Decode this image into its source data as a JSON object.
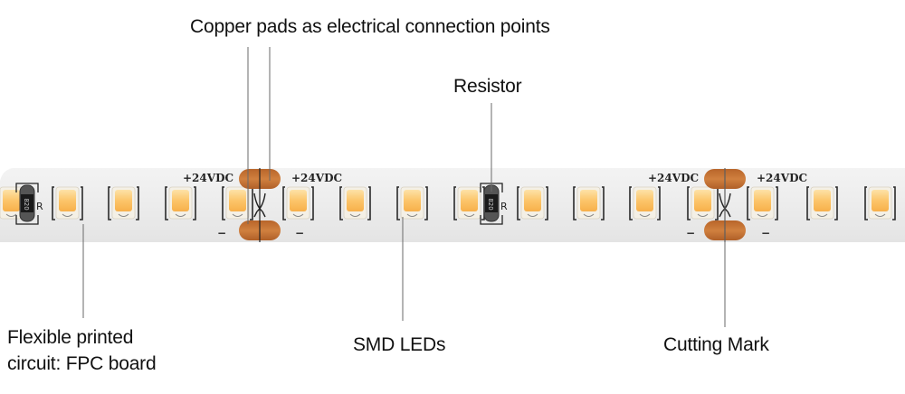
{
  "labels": {
    "copper_pads": "Copper pads as electrical  connection points",
    "resistor": "Resistor",
    "fpc_line1": "Flexible printed",
    "fpc_line2": "circuit: FPC board",
    "smd_leds": "SMD LEDs",
    "cutting_mark": "Cutting Mark"
  },
  "strip": {
    "voltage_marks": [
      "+24VDC",
      "+24VDC",
      "+24VDC",
      "+24VDC"
    ],
    "minus_mark": "−",
    "resistor_code": "820",
    "resistor_letter": "R",
    "colors": {
      "board": "#ececec",
      "led_body": "#fdc56e",
      "led_core": "#ffb43a",
      "copper": "#c7743a",
      "ink": "#222222"
    }
  }
}
